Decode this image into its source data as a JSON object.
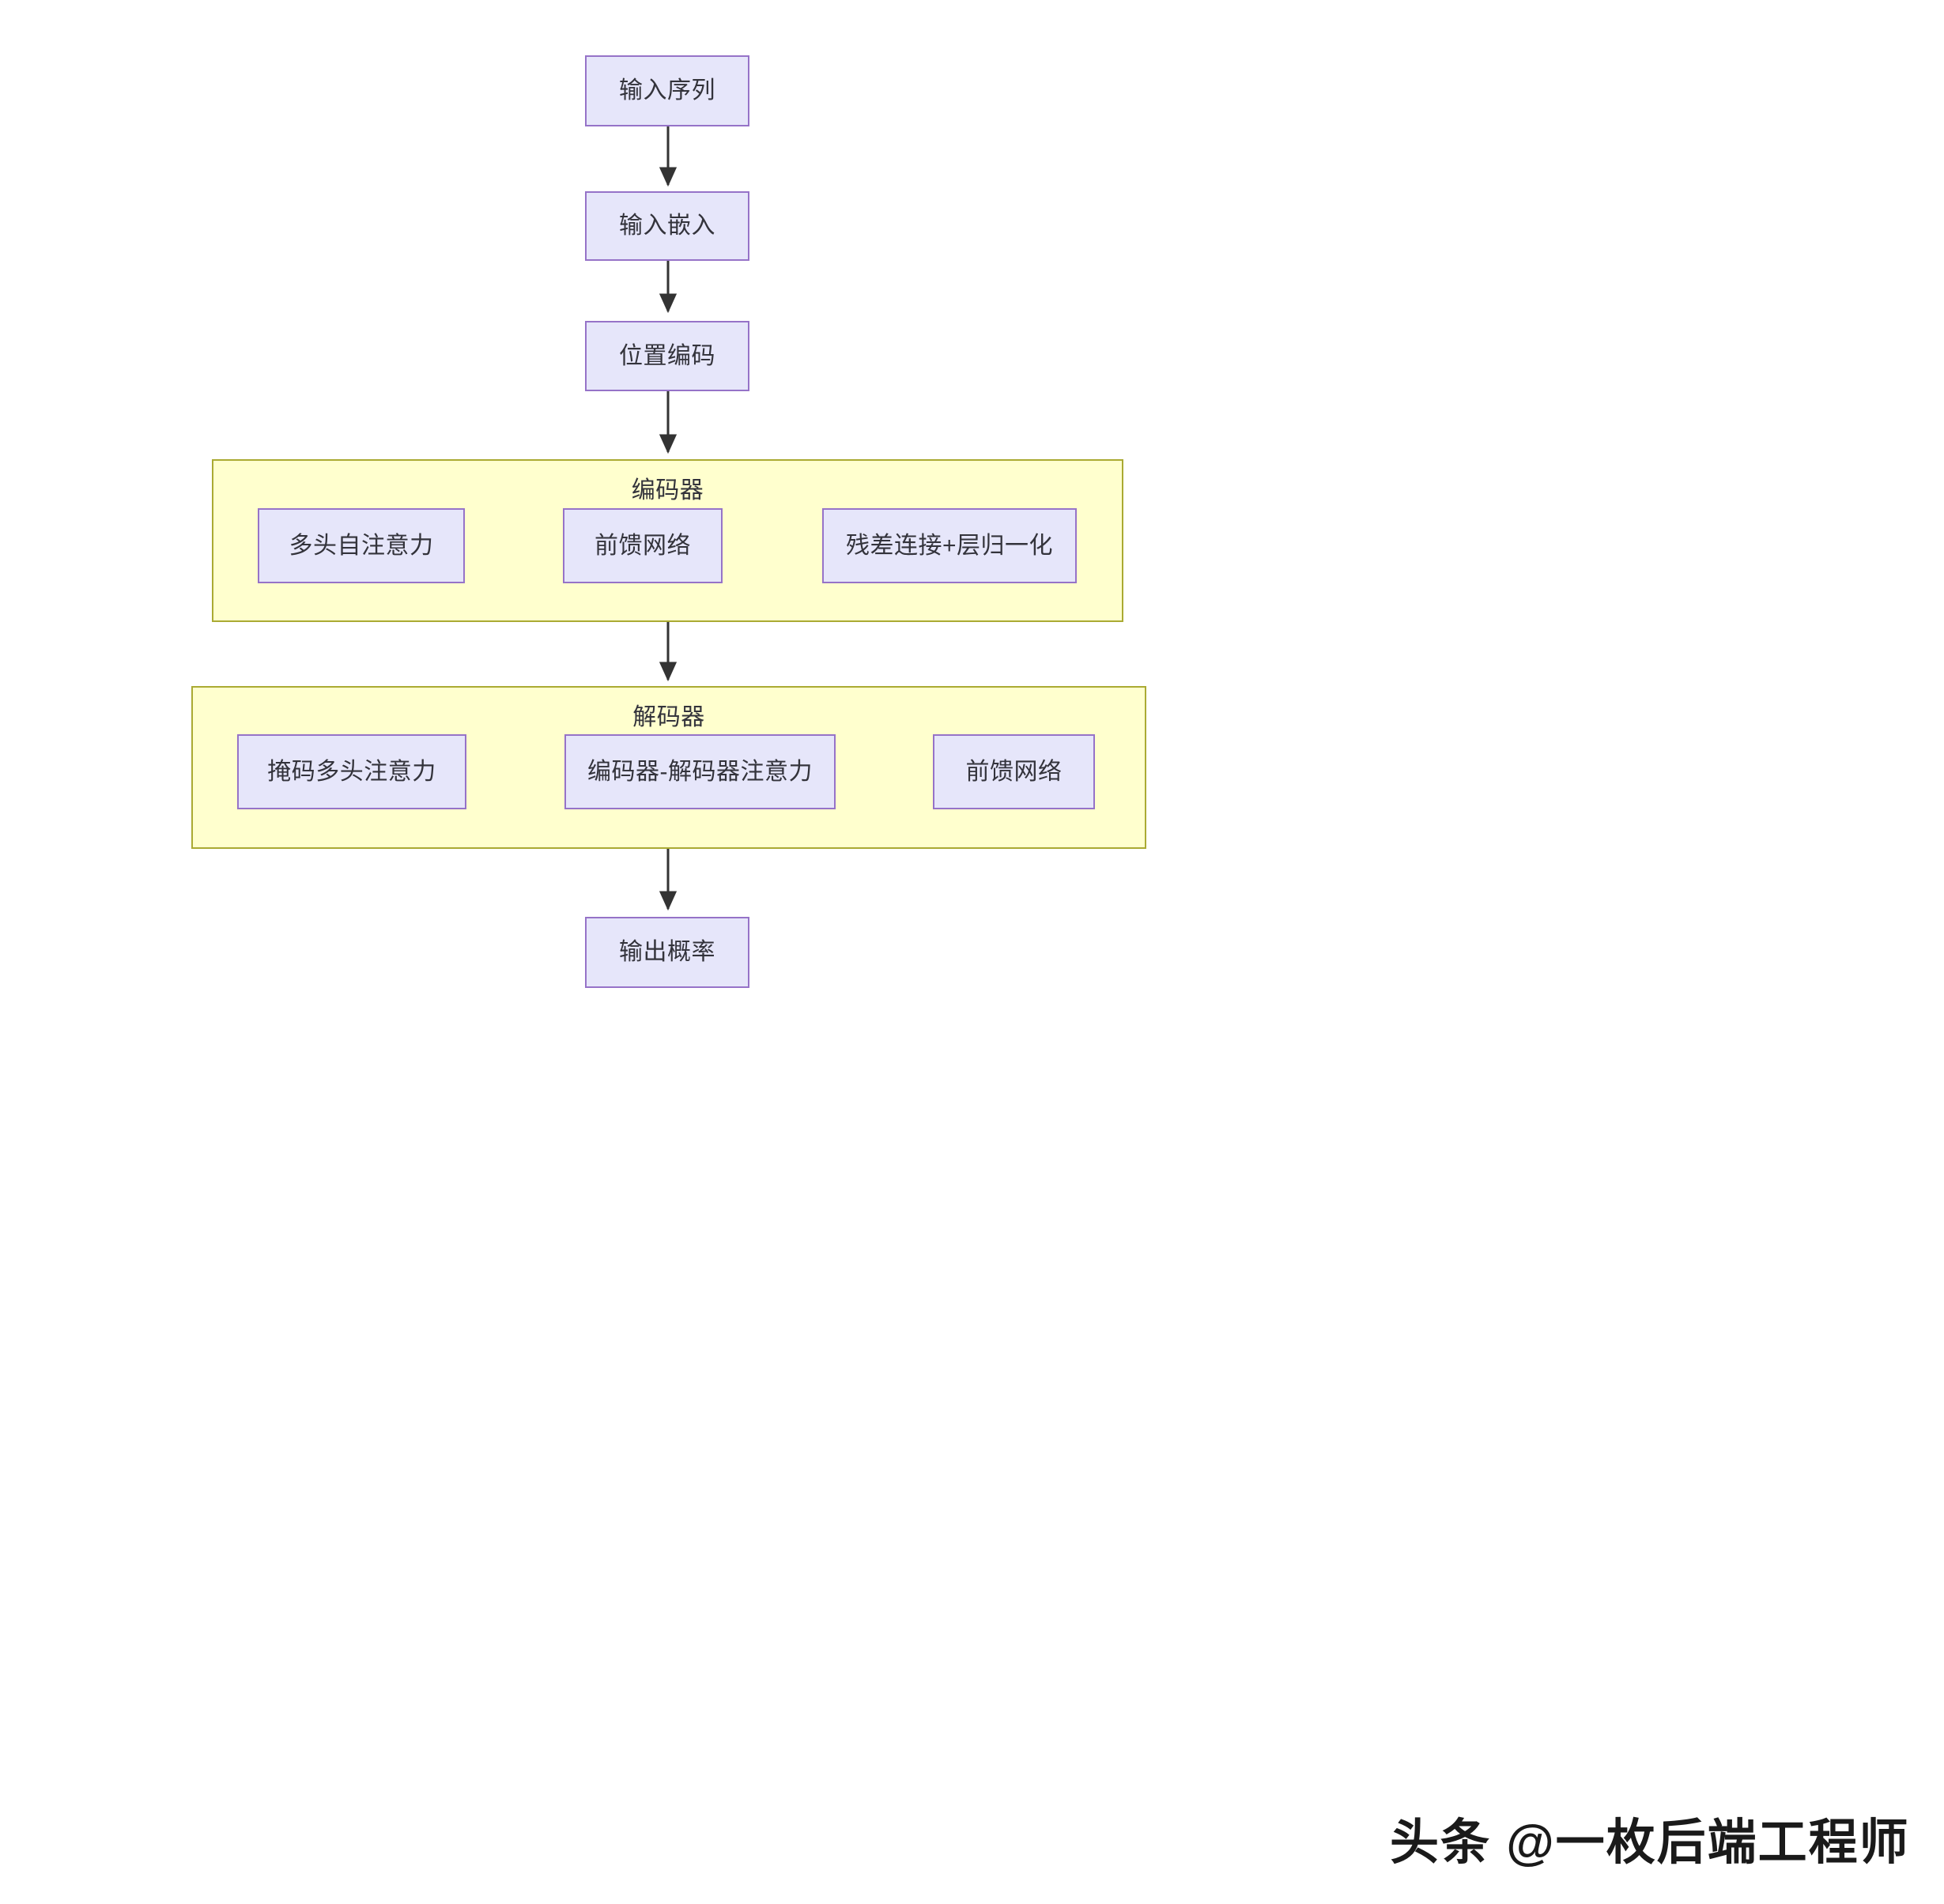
{
  "diagram": {
    "type": "flowchart",
    "direction": "top-to-bottom",
    "theme": {
      "node_fill": "#E6E6FA",
      "node_border": "#9673C8",
      "cluster_fill": "#FFFFCE",
      "cluster_border": "#AAAA33",
      "edge_color": "#333333",
      "text_color": "#33333B",
      "background": "#FFFFFF"
    },
    "nodes": {
      "input_sequence": "输入序列",
      "input_embedding": "输入嵌入",
      "positional_encoding": "位置编码",
      "multi_head_self_attention": "多头自注意力",
      "feed_forward_encoder": "前馈网络",
      "residual_layernorm": "残差连接+层归一化",
      "masked_multi_head_attention": "掩码多头注意力",
      "encoder_decoder_attention": "编码器-解码器注意力",
      "feed_forward_decoder": "前馈网络",
      "output_probability": "输出概率"
    },
    "clusters": {
      "encoder": "编码器",
      "decoder": "解码器"
    },
    "edges": [
      {
        "from": "输入序列",
        "to": "输入嵌入"
      },
      {
        "from": "输入嵌入",
        "to": "位置编码"
      },
      {
        "from": "位置编码",
        "to": "编码器"
      },
      {
        "from": "多头自注意力",
        "to": "前馈网络"
      },
      {
        "from": "前馈网络",
        "to": "残差连接+层归一化"
      },
      {
        "from": "编码器",
        "to": "解码器"
      },
      {
        "from": "掩码多头注意力",
        "to": "编码器-解码器注意力"
      },
      {
        "from": "编码器-解码器注意力",
        "to": "前馈网络"
      },
      {
        "from": "解码器",
        "to": "输出概率"
      }
    ]
  },
  "watermark": {
    "text": "头条 @一枚后端工程师"
  }
}
